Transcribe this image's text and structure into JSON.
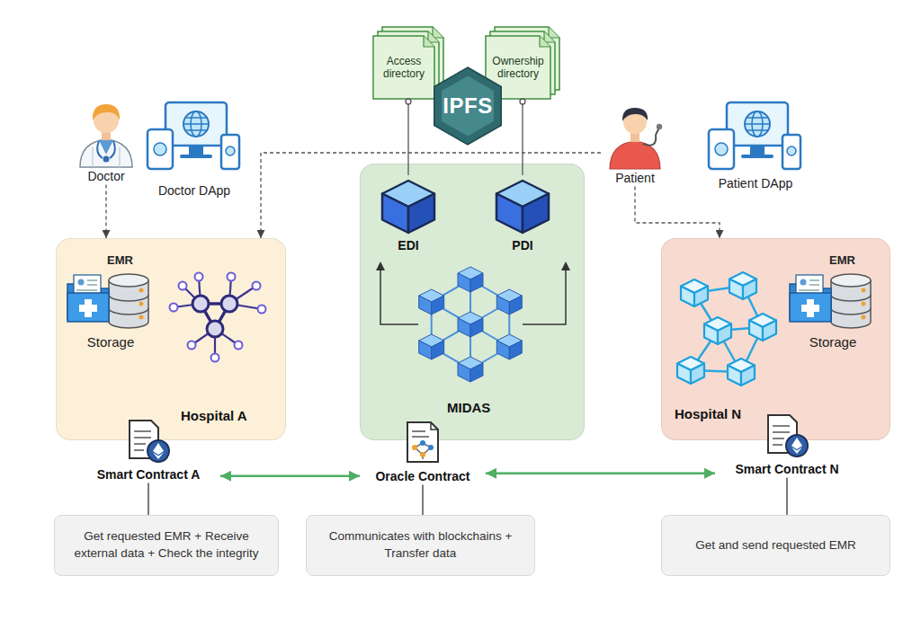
{
  "diagram": {
    "nodes": [
      {
        "text": [
          "Access directory"
        ]
      },
      {
        "text": [
          "Ownership directory"
        ]
      },
      {
        "text": [
          "IPFS"
        ]
      },
      {
        "text": [
          "Doctor"
        ]
      },
      {
        "text": [
          "Doctor DApp"
        ]
      },
      {
        "text": [
          "Patient"
        ]
      },
      {
        "text": [
          "Patient DApp"
        ]
      },
      {
        "text": [
          "Hospital A"
        ]
      },
      {
        "text": [
          "EMR",
          "Storage"
        ],
        "in": 7
      },
      {
        "text": [
          "MIDAS"
        ]
      },
      {
        "text": [
          "EDI"
        ],
        "in": 9
      },
      {
        "text": [
          "PDI"
        ],
        "in": 9
      },
      {
        "text": [
          "Hospital N"
        ]
      },
      {
        "text": [
          "EMR",
          "Storage"
        ],
        "in": 12
      },
      {
        "text": [
          "Smart Contract A"
        ]
      },
      {
        "text": [
          "Oracle Contract"
        ]
      },
      {
        "text": [
          "Smart Contract N"
        ]
      },
      {
        "text": [
          "Get requested EMR + Receive external data + Check the integrity"
        ]
      },
      {
        "text": [
          "Communicates with blockchains + Transfer data"
        ]
      },
      {
        "text": [
          "Get and send requested EMR"
        ]
      }
    ],
    "edges": [
      {
        "from": 0,
        "to": 10,
        "arrow": "none"
      },
      {
        "from": 1,
        "to": 11,
        "arrow": "none"
      },
      {
        "from": 3,
        "to": 7,
        "arrow": "to"
      },
      {
        "from": 5,
        "to": 7,
        "arrow": "to"
      },
      {
        "from": 5,
        "to": 12,
        "arrow": "to"
      },
      {
        "from": 14,
        "to": 15,
        "arrow": "both"
      },
      {
        "from": 15,
        "to": 16,
        "arrow": "both"
      },
      {
        "from": 14,
        "to": 17,
        "arrow": "none"
      },
      {
        "from": 15,
        "to": 18,
        "arrow": "none"
      },
      {
        "from": 16,
        "to": 19,
        "arrow": "none"
      }
    ]
  }
}
